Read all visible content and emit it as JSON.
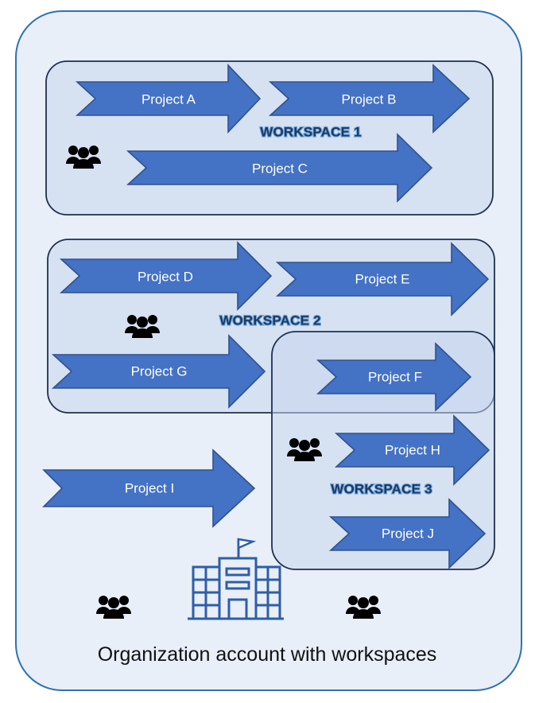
{
  "organization": {
    "label": "Organization account with workspaces"
  },
  "workspaces": [
    {
      "id": "ws1",
      "label": "WORKSPACE 1"
    },
    {
      "id": "ws2",
      "label": "WORKSPACE 2"
    },
    {
      "id": "ws3",
      "label": "WORKSPACE 3"
    }
  ],
  "projects": [
    {
      "id": "a",
      "label": "Project A"
    },
    {
      "id": "b",
      "label": "Project B"
    },
    {
      "id": "c",
      "label": "Project C"
    },
    {
      "id": "d",
      "label": "Project D"
    },
    {
      "id": "e",
      "label": "Project E"
    },
    {
      "id": "f",
      "label": "Project F"
    },
    {
      "id": "g",
      "label": "Project G"
    },
    {
      "id": "h",
      "label": "Project H"
    },
    {
      "id": "i",
      "label": "Project I"
    },
    {
      "id": "j",
      "label": "Project J"
    }
  ],
  "icons": [
    "people-icon",
    "building-icon"
  ],
  "colors": {
    "arrow_fill": "#4472c4",
    "org_border": "#2e72b4",
    "org_fill": "#e8eff8",
    "workspace_border": "#1d3150"
  }
}
